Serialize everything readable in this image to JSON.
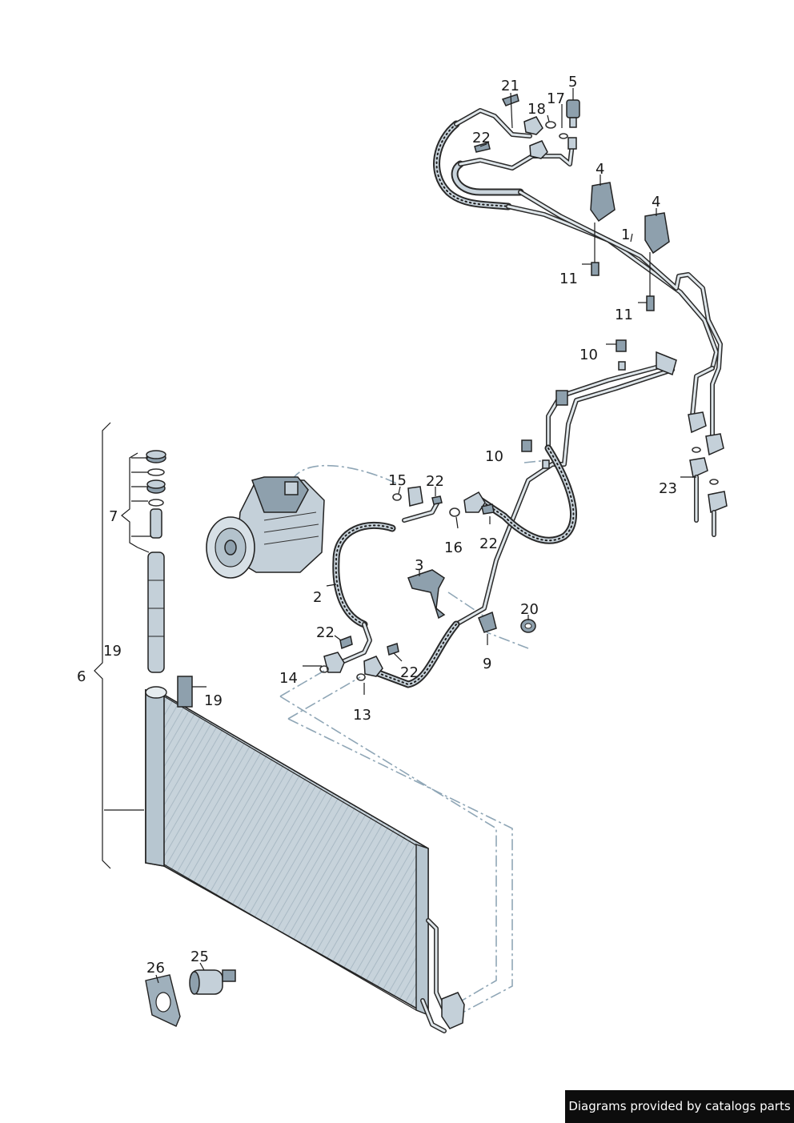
{
  "callouts": {
    "c1": "1",
    "c2": "2",
    "c3": "3",
    "c4a": "4",
    "c4b": "4",
    "c5": "5",
    "c6": "6",
    "c7": "7",
    "c9": "9",
    "c10a": "10",
    "c10b": "10",
    "c11a": "11",
    "c11b": "11",
    "c13": "13",
    "c14": "14",
    "c15": "15",
    "c16": "16",
    "c17": "17",
    "c18": "18",
    "c19a": "19",
    "c19b": "19",
    "c20": "20",
    "c21": "21",
    "c22a": "22",
    "c22b": "22",
    "c22c": "22",
    "c22d": "22",
    "c22e": "22",
    "c23": "23",
    "c25": "25",
    "c26": "26"
  },
  "footer": {
    "credit": "Diagrams provided by catalogs parts"
  },
  "colors": {
    "metal": "#c4d0d9",
    "outline": "#222222",
    "dash": "#8fa6b6",
    "footer_bg": "#0d0d0d"
  }
}
